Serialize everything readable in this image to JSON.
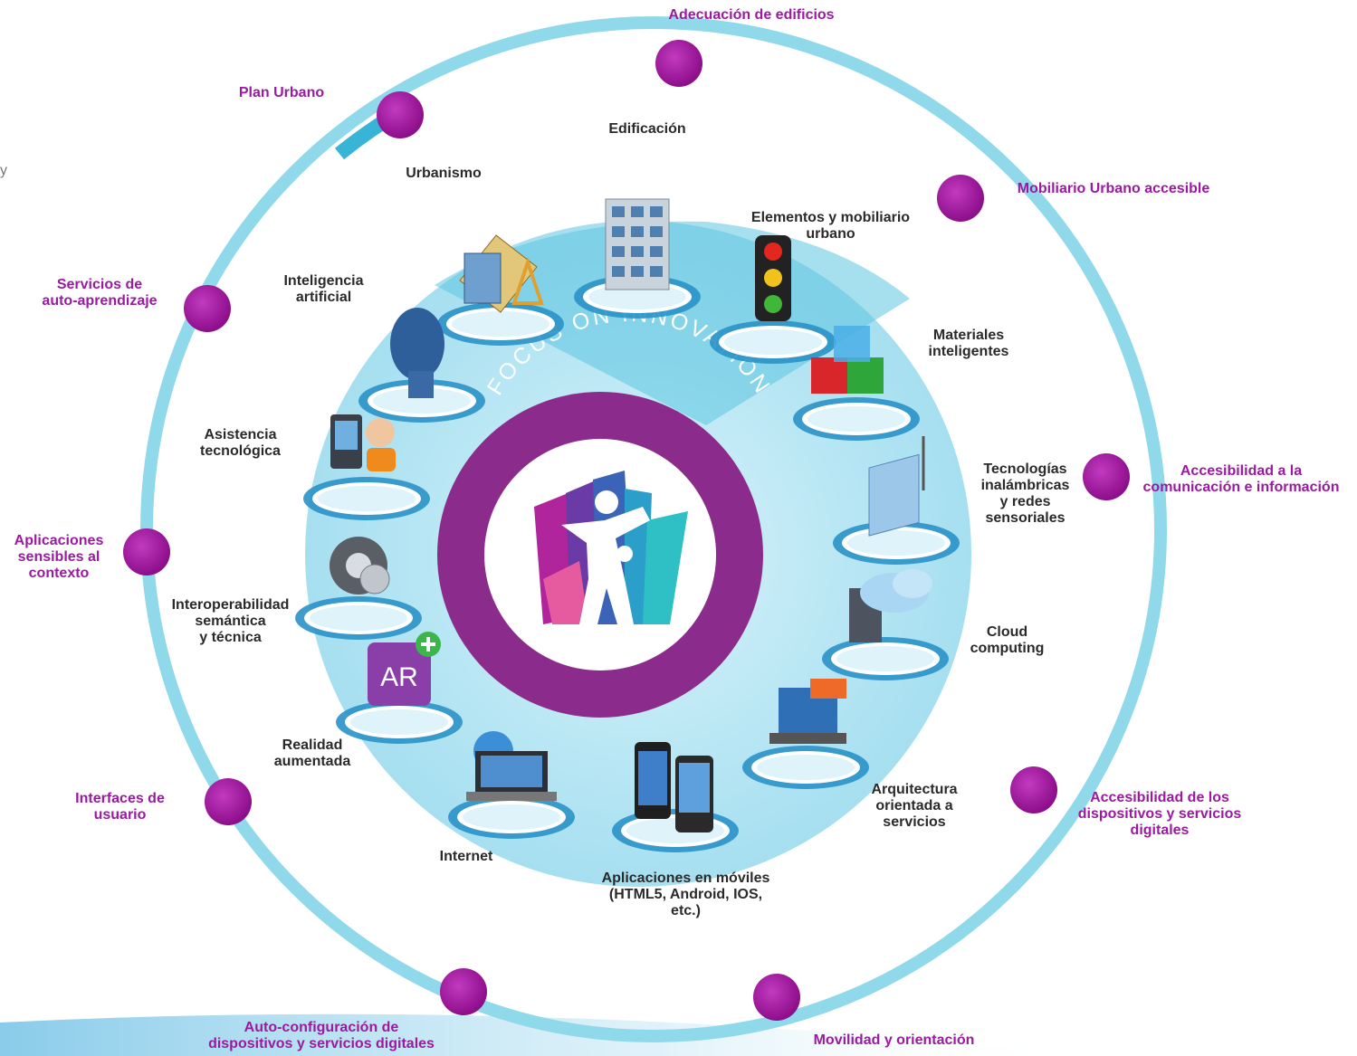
{
  "center": {
    "ring_text": "FOCUS ON INNOVATION",
    "colors": {
      "ring": "#8a2a8a",
      "inner_disc": "#bfe8f2",
      "outer_ring": "#7fd3e6",
      "node": "#a3159f"
    }
  },
  "stray_text": "y",
  "outer_nodes": [
    {
      "id": "adecuacion",
      "label": "Adecuación de edificios"
    },
    {
      "id": "plan-urbano",
      "label": "Plan Urbano"
    },
    {
      "id": "mobiliario",
      "label": "Mobiliario Urbano accesible"
    },
    {
      "id": "auto-aprendizaje",
      "label": "Servicios de\nauto-aprendizaje"
    },
    {
      "id": "accesibilidad-comunicacion",
      "label": "Accesibilidad a la\ncomunicación e información"
    },
    {
      "id": "sensibles-contexto",
      "label": "Aplicaciones\nsensibles al\ncontexto"
    },
    {
      "id": "interfaces",
      "label": "Interfaces de\nusuario"
    },
    {
      "id": "accesibilidad-dispositivos",
      "label": "Accesibilidad de los\ndispositivos y servicios\ndigitales"
    },
    {
      "id": "auto-configuracion",
      "label": "Auto-configuración de\ndispositivos y servicios digitales"
    },
    {
      "id": "movilidad",
      "label": "Movilidad y orientación"
    }
  ],
  "inner_items": [
    {
      "id": "edificacion",
      "label": "Edificación",
      "icon": "building-icon"
    },
    {
      "id": "urbanismo",
      "label": "Urbanismo",
      "icon": "urban-plan-icon"
    },
    {
      "id": "mobiliario-urbano",
      "label": "Elementos y mobiliario\nurbano",
      "icon": "traffic-light-icon"
    },
    {
      "id": "ia",
      "label": "Inteligencia\nartificial",
      "icon": "ai-head-icon"
    },
    {
      "id": "materiales",
      "label": "Materiales\ninteligentes",
      "icon": "cubes-icon"
    },
    {
      "id": "asistencia",
      "label": "Asistencia\ntecnológica",
      "icon": "assistant-device-icon"
    },
    {
      "id": "inalambricas",
      "label": "Tecnologías\ninalámbricas\ny redes\nsensoriales",
      "icon": "router-icon"
    },
    {
      "id": "interoperabilidad",
      "label": "Interoperabilidad\nsemántica\ny técnica",
      "icon": "gears-icon"
    },
    {
      "id": "cloud",
      "label": "Cloud\ncomputing",
      "icon": "cloud-server-icon"
    },
    {
      "id": "ar",
      "label": "Realidad\naumentada",
      "icon": "ar-icon",
      "icon_text": "AR"
    },
    {
      "id": "soa",
      "label": "Arquitectura\norientada a\nservicios",
      "icon": "soa-laptop-icon"
    },
    {
      "id": "internet",
      "label": "Internet",
      "icon": "globe-laptop-icon"
    },
    {
      "id": "moviles",
      "label": "Aplicaciones en móviles\n(HTML5, Android, IOS,\netc.)",
      "icon": "smartphones-icon"
    }
  ]
}
